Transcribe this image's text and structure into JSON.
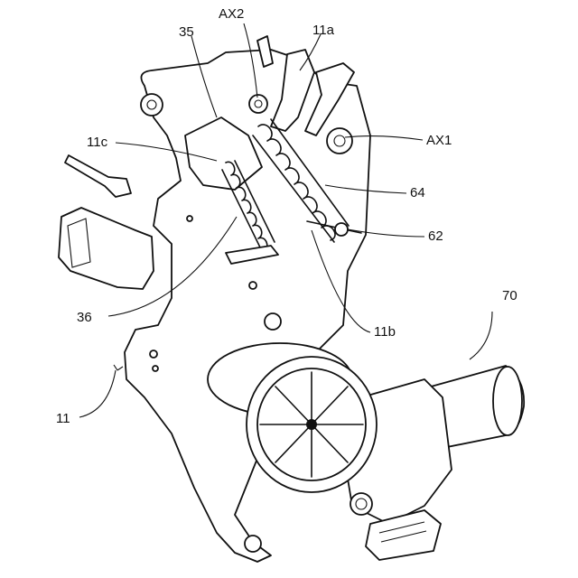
{
  "figure": {
    "labels": {
      "ax2": "AX2",
      "l35": "35",
      "l11a": "11a",
      "l11c": "11c",
      "ax1": "AX1",
      "l64": "64",
      "l62": "62",
      "l70": "70",
      "l36": "36",
      "l11b": "11b",
      "l11": "11"
    }
  }
}
